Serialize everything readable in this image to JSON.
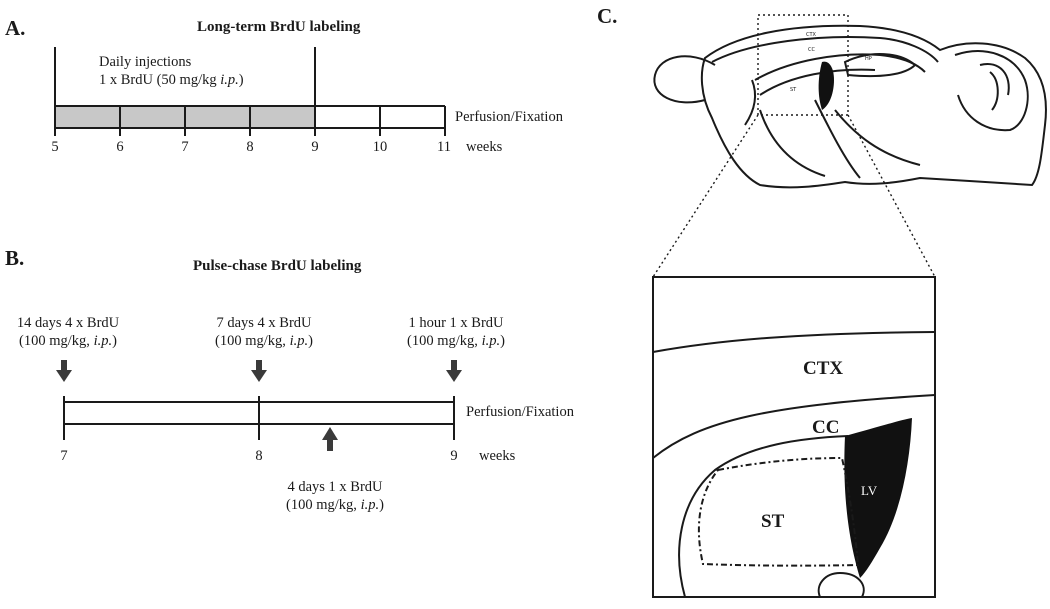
{
  "panel_a": {
    "letter": "A.",
    "title": "Long-term BrdU labeling",
    "inj_line1": "Daily injections",
    "inj_line2_prefix": "1 x BrdU (50 mg/kg ",
    "inj_route": "i.p.",
    "inj_suffix": ")",
    "end_label": "Perfusion/Fixation",
    "ticks": [
      "5",
      "6",
      "7",
      "8",
      "9",
      "10",
      "11"
    ],
    "unit": "weeks"
  },
  "panel_b": {
    "letter": "B.",
    "title": "Pulse-chase BrdU labeling",
    "injections": [
      {
        "line1": "14 days 4 x BrdU",
        "line2_prefix": "(100 mg/kg, ",
        "route": "i.p.",
        "suffix": ")"
      },
      {
        "line1": "7 days 4 x BrdU",
        "line2_prefix": "(100 mg/kg, ",
        "route": "i.p.",
        "suffix": ")"
      },
      {
        "line1": "1 hour 1 x BrdU",
        "line2_prefix": "(100 mg/kg, ",
        "route": "i.p.",
        "suffix": ")"
      },
      {
        "line1": "4 days 1 x BrdU",
        "line2_prefix": "(100 mg/kg, ",
        "route": "i.p.",
        "suffix": ")"
      }
    ],
    "end_label": "Perfusion/Fixation",
    "ticks": [
      "7",
      "8",
      "9"
    ],
    "unit": "weeks"
  },
  "panel_c": {
    "letter": "C.",
    "small_labels": [
      "CTX",
      "CC",
      "ST",
      "HP"
    ],
    "inset_labels": {
      "ctx": "CTX",
      "cc": "CC",
      "lv": "LV",
      "st": "ST"
    }
  },
  "colors": {
    "ink": "#1a1a1a",
    "shaded": "#c8c8c8",
    "arrow": "#3a3a3a"
  }
}
